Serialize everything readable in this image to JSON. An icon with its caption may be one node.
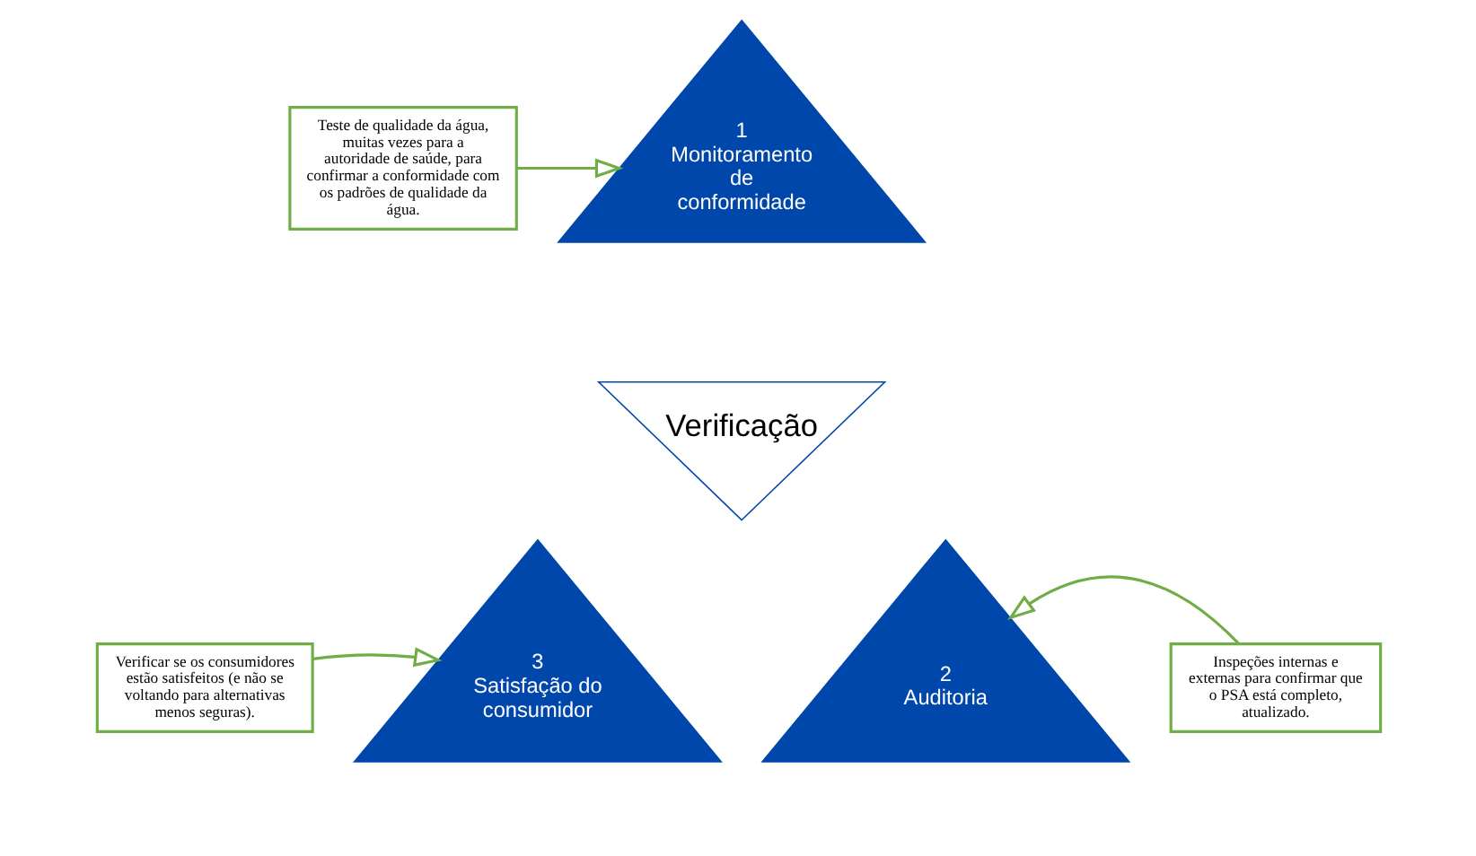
{
  "diagram": {
    "nodes": [
      {
        "text": [
          "Teste de qualidade da água, muitas vezes para a autoridade de saúde, para confirmar a conformidade com os padrões de qualidade da água."
        ]
      },
      {
        "text": [
          "1",
          "Monitoramento de conformidade"
        ]
      },
      {
        "text": [
          "Verificação"
        ]
      },
      {
        "text": [
          "Verificar se os consumidores estão satisfeitos (e não se voltando para alternativas menos seguras)."
        ]
      },
      {
        "text": [
          "3",
          "Satisfação do consumidor"
        ]
      },
      {
        "text": [
          "2",
          "Auditoria"
        ]
      },
      {
        "text": [
          "Inspeções internas e externas para confirmar que o PSA está completo, atualizado."
        ]
      }
    ],
    "edges": [
      {
        "from": 0,
        "to": 1,
        "arrow": "to"
      },
      {
        "from": 3,
        "to": 4,
        "arrow": "to"
      },
      {
        "from": 6,
        "to": 5,
        "arrow": "to"
      }
    ]
  }
}
